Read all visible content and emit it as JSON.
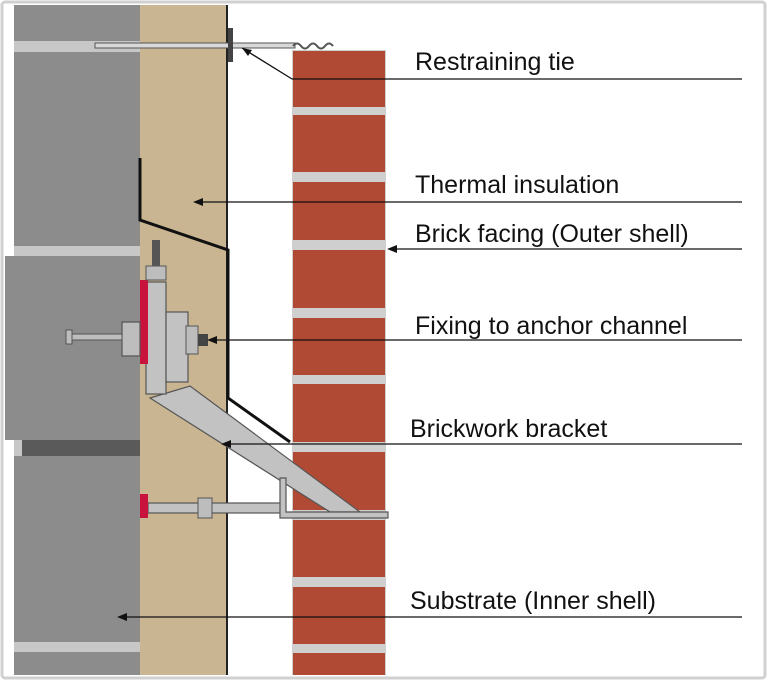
{
  "labels": {
    "restraining_tie": "Restraining tie",
    "thermal_insulation": "Thermal insulation",
    "brick_facing": "Brick facing (Outer shell)",
    "fixing": "Fixing to anchor channel",
    "bracket": "Brickwork bracket",
    "substrate": "Substrate (Inner shell)"
  },
  "colors": {
    "frame_border": "#d0d0d0",
    "block": "#8c8c8c",
    "block_dark": "#5a5a5a",
    "block_mortar": "#c7c7c7",
    "insulation": "#c9b592",
    "brick": "#b04a35",
    "brick_mortar": "#cfcfcf",
    "steel": "#c2c2c2",
    "steel_outline": "#555555",
    "gasket": "#c8143c",
    "line": "#111111"
  }
}
